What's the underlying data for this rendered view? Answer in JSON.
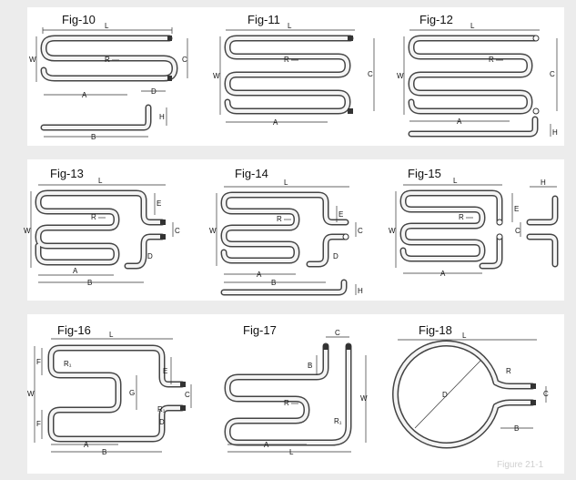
{
  "figures": [
    {
      "id": "fig10",
      "title": "Fig-10"
    },
    {
      "id": "fig11",
      "title": "Fig-11"
    },
    {
      "id": "fig12",
      "title": "Fig-12"
    },
    {
      "id": "fig13",
      "title": "Fig-13"
    },
    {
      "id": "fig14",
      "title": "Fig-14"
    },
    {
      "id": "fig15",
      "title": "Fig-15"
    },
    {
      "id": "fig16",
      "title": "Fig-16"
    },
    {
      "id": "fig17",
      "title": "Fig-17"
    },
    {
      "id": "fig18",
      "title": "Fig-18"
    }
  ],
  "dims": {
    "L": "L",
    "W": "W",
    "R": "R",
    "A": "A",
    "B": "B",
    "C": "C",
    "D": "D",
    "E": "E",
    "F": "F",
    "G": "G",
    "H": "H",
    "R1": "R₁"
  },
  "watermark": "Figure 21-1"
}
